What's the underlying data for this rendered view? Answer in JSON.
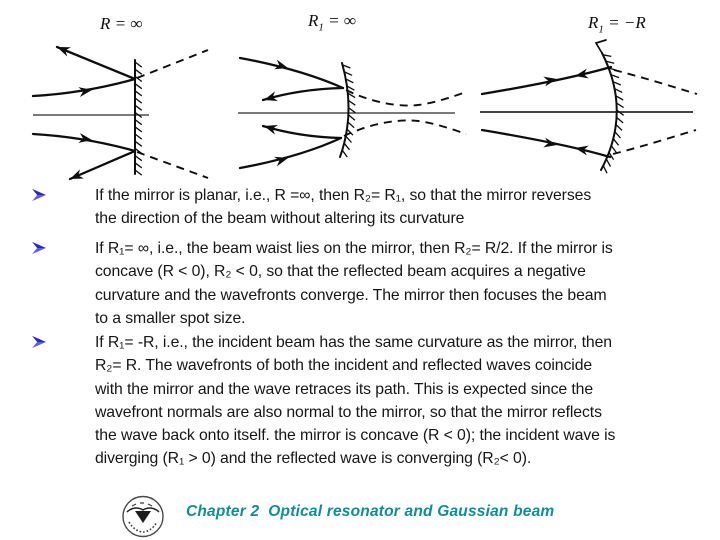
{
  "slide": {
    "figures": [
      {
        "label": {
          "base": "R",
          "sub": "",
          "eq": " = ∞"
        }
      },
      {
        "label": {
          "base": "R",
          "sub": "1",
          "eq": " = ∞"
        }
      },
      {
        "label": {
          "base": "R",
          "sub": "1",
          "eq": " = −R"
        }
      }
    ],
    "bullets": [
      {
        "lines": [
          "If the mirror is planar, i.e., R =∞, then R₂= R₁, so that the mirror reverses",
          "the direction of the beam without altering its curvature"
        ]
      },
      {
        "lines": [
          "If R₁= ∞, i.e., the beam waist lies on the mirror, then R₂= R/2. If the mirror is",
          "concave (R < 0), R₂ < 0, so that the reflected beam acquires a negative",
          "curvature and the wavefronts converge. The mirror then focuses the beam",
          "to a smaller spot size."
        ]
      },
      {
        "lines": [
          "If R₁= -R, i.e., the incident beam has the same curvature as the mirror, then",
          "R₂= R. The wavefronts of both the incident and reflected waves coincide",
          "with the mirror and the wave retraces its path. This is expected since the",
          "wavefront normals are also normal to the mirror, so that the mirror reflects",
          "the wave back onto itself. the mirror is concave (R < 0); the incident wave is",
          "diverging (R₁ > 0) and the reflected wave is converging (R₂< 0)."
        ]
      }
    ],
    "footer": {
      "chapter": "Chapter 2  Optical resonator and Gaussian beam"
    },
    "colors": {
      "bullet_arrow_dark": "#2626c4",
      "bullet_arrow_light": "#5e5ee0",
      "footer_text": "#0d8e99",
      "diagram_ink": "#0e0e0e"
    }
  }
}
